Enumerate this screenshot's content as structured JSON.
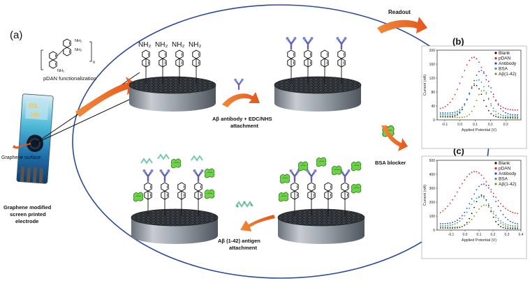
{
  "panel_labels": {
    "a": "(a)",
    "b": "(b)",
    "c": "(c)"
  },
  "electrode": {
    "label": "Graphene modified screen printed electrode",
    "surface_label": "Graphene surface",
    "strip_text_1": "DS",
    "strip_text_2": "100"
  },
  "polymer": {
    "label": "pDAN functionalization",
    "n": "n",
    "amine": "NH₂"
  },
  "amine_group": "NH₂",
  "steps": {
    "antibody": "Aβ antibody + EDC/NHS attachment",
    "bsa": "BSA blocker",
    "antigen": "Aβ (1-42) antigen attachment",
    "readout": "Readout"
  },
  "chart_data": [
    {
      "type": "line",
      "panel": "(b)",
      "xlabel": "Applied Potential (V)",
      "ylabel": "Current (nA)",
      "xlim": [
        -0.15,
        0.4
      ],
      "ylim": [
        0,
        200
      ],
      "xticks": [
        -0.1,
        0.0,
        0.1,
        0.2,
        0.3
      ],
      "yticks": [
        0,
        40,
        80,
        120,
        160,
        200
      ],
      "legend_position": "top-right",
      "series": [
        {
          "name": "Blank",
          "color": "#111111",
          "peak_x": 0.1,
          "peak_y": 100,
          "base_start": 10,
          "base_end": 6,
          "width": 0.07
        },
        {
          "name": "pDAN",
          "color": "#e8201c",
          "peak_x": 0.09,
          "peak_y": 180,
          "base_start": 30,
          "base_end": 28,
          "width": 0.11
        },
        {
          "name": "Antibody",
          "color": "#2b3fd6",
          "peak_x": 0.14,
          "peak_y": 142,
          "base_start": 20,
          "base_end": 14,
          "width": 0.09
        },
        {
          "name": "BSA",
          "color": "#16a39a",
          "peak_x": 0.12,
          "peak_y": 115,
          "base_start": 15,
          "base_end": 10,
          "width": 0.08
        },
        {
          "name": "Aβ(1-42)",
          "color": "#7d8f2a",
          "peak_x": 0.15,
          "peak_y": 85,
          "base_start": 8,
          "base_end": 4,
          "width": 0.06
        }
      ]
    },
    {
      "type": "line",
      "panel": "(c)",
      "xlabel": "Applied Potential (V)",
      "ylabel": "Current (nA)",
      "xlim": [
        -0.2,
        0.4
      ],
      "ylim": [
        0,
        500
      ],
      "xticks": [
        -0.1,
        0.0,
        0.1,
        0.2,
        0.3,
        0.4
      ],
      "yticks": [
        0,
        100,
        200,
        300,
        400,
        500
      ],
      "legend_position": "top-right",
      "series": [
        {
          "name": "Blank",
          "color": "#111111",
          "peak_x": 0.12,
          "peak_y": 250,
          "base_start": 15,
          "base_end": 10,
          "width": 0.08
        },
        {
          "name": "pDAN",
          "color": "#e8201c",
          "peak_x": 0.07,
          "peak_y": 420,
          "base_start": 95,
          "base_end": 110,
          "width": 0.16
        },
        {
          "name": "Antibody",
          "color": "#2b3fd6",
          "peak_x": 0.13,
          "peak_y": 330,
          "base_start": 45,
          "base_end": 40,
          "width": 0.12
        },
        {
          "name": "BSA",
          "color": "#16a39a",
          "peak_x": 0.11,
          "peak_y": 240,
          "base_start": 30,
          "base_end": 28,
          "width": 0.11
        },
        {
          "name": "Aβ(1-42)",
          "color": "#7d8f2a",
          "peak_x": 0.14,
          "peak_y": 180,
          "base_start": 20,
          "base_end": 18,
          "width": 0.09
        }
      ]
    }
  ]
}
